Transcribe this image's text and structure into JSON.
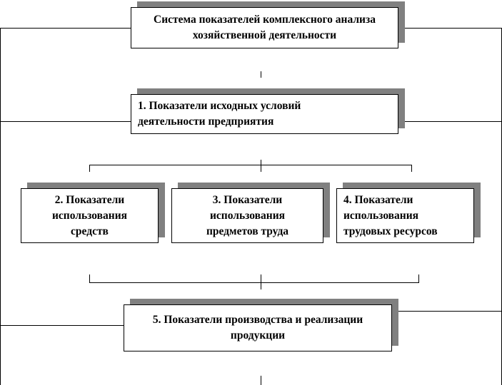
{
  "boxes": {
    "top": [
      "Система показателей комплексного анализа",
      "хозяйственной деятельности"
    ],
    "b1": [
      "1. Показатели исходных условий",
      "деятельности предприятия"
    ],
    "b2": [
      "2. Показатели",
      "использования",
      "средств"
    ],
    "b3": [
      "3. Показатели",
      "использования",
      "предметов труда"
    ],
    "b4": [
      "4. Показатели",
      "использования",
      "трудовых ресурсов"
    ],
    "b5": [
      "5. Показатели производства и реализации",
      "продукции"
    ]
  }
}
